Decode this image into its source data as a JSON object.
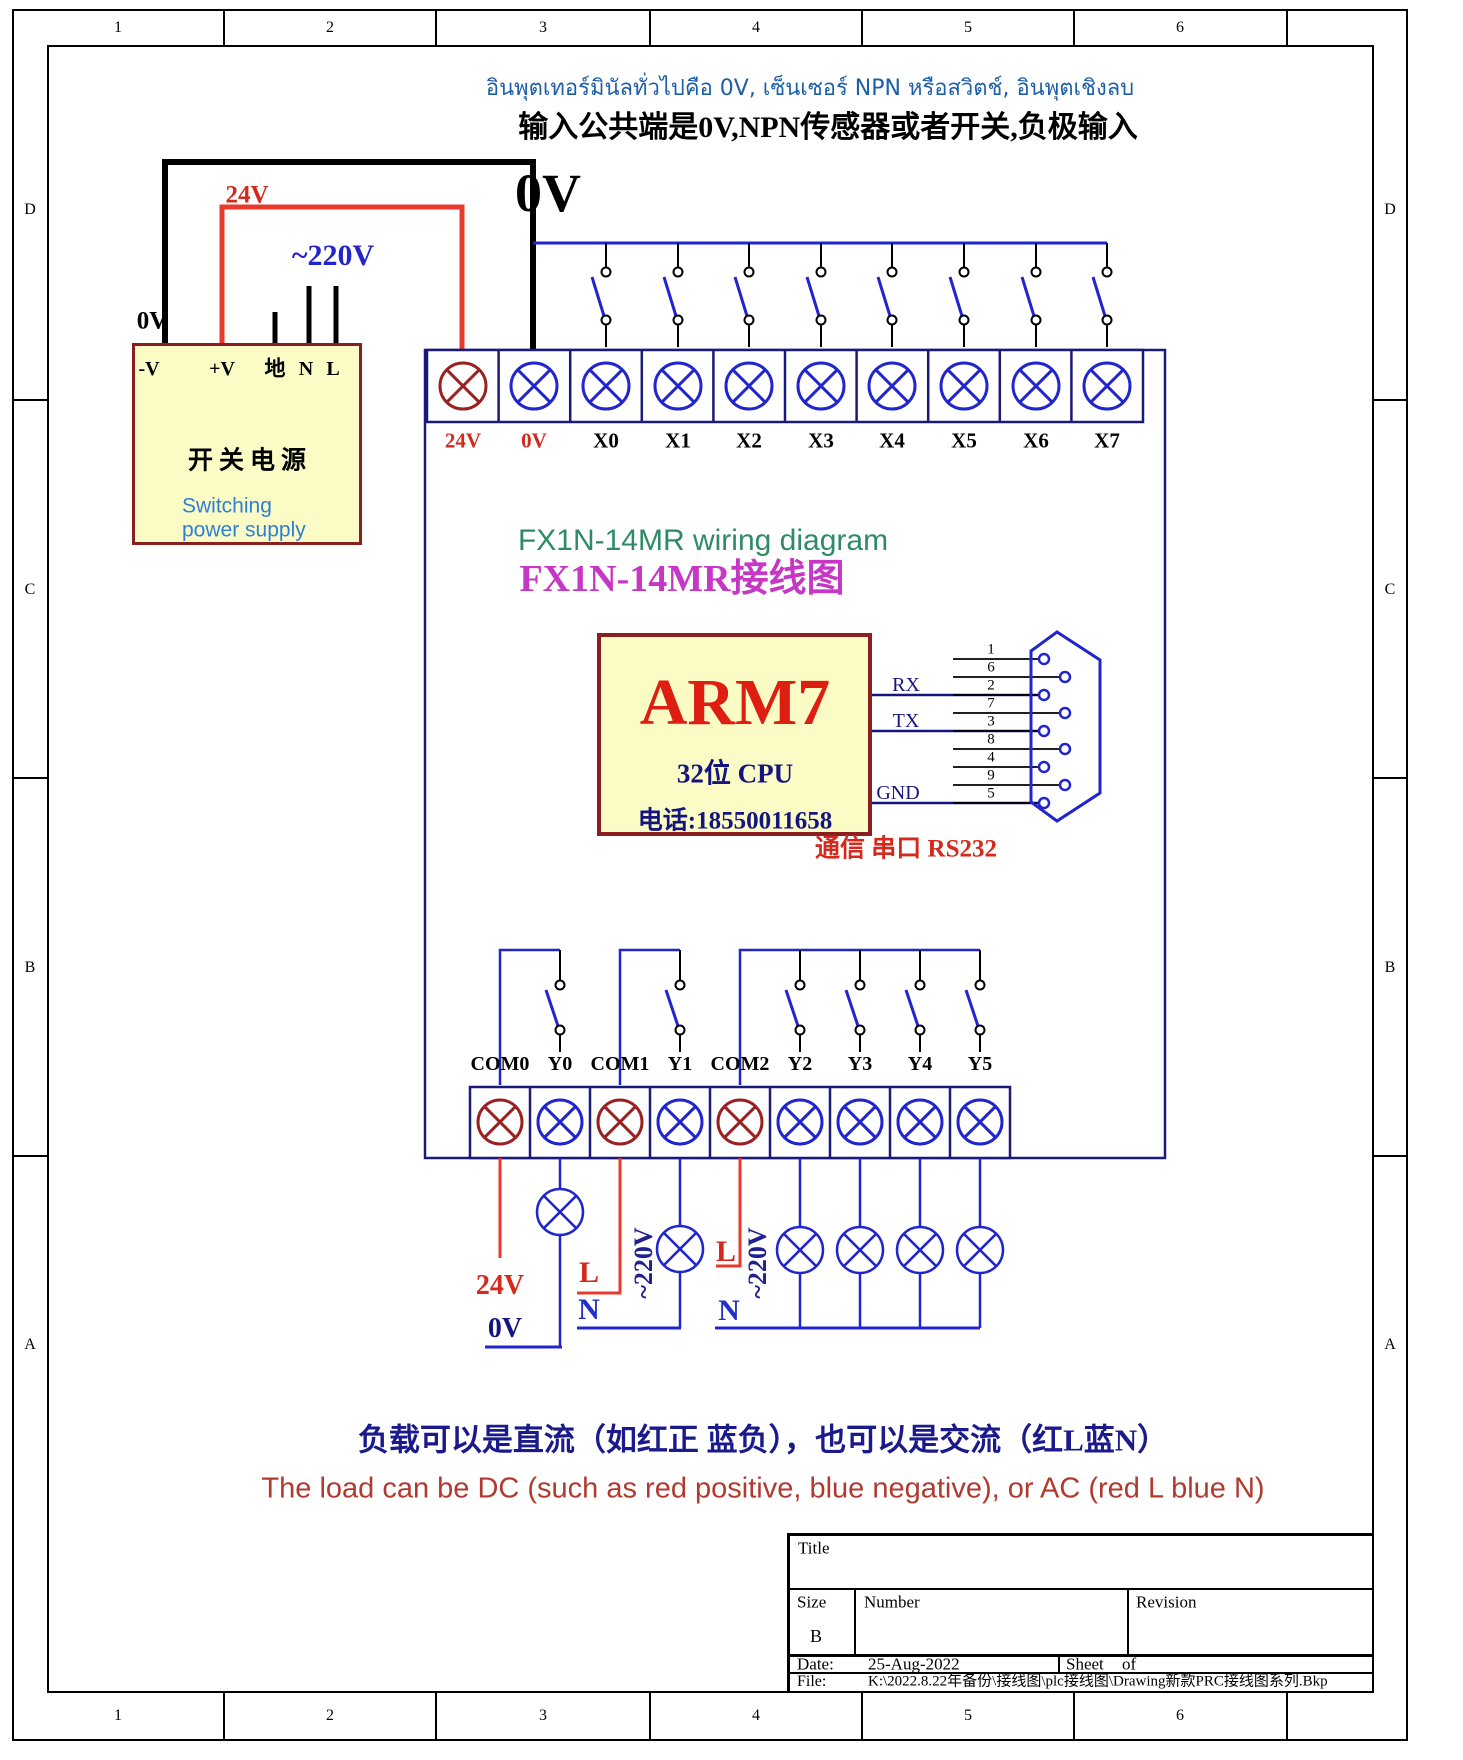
{
  "zones": {
    "cols": [
      "1",
      "2",
      "3",
      "4",
      "5",
      "6"
    ],
    "rows": [
      "D",
      "C",
      "B",
      "A"
    ]
  },
  "notes": {
    "thai": "อินพุตเทอร์มินัลทั่วไปคือ 0V, เซ็นเซอร์ NPN หรือสวิตช์, อินพุตเชิงลบ",
    "chinese_top": "输入公共端是0V,NPN传感器或者开关,负极输入",
    "big_zero": "0V"
  },
  "power_supply": {
    "pins": [
      "-V",
      "+V",
      "地",
      "N",
      "L"
    ],
    "name_cn": "开关电源",
    "name_en_1": "Switching",
    "name_en_2": "power supply",
    "label_0v": "0V",
    "label_24v": "24V",
    "label_220v": "~220V"
  },
  "plc": {
    "title_en": "FX1N-14MR wiring diagram",
    "title_cn": "FX1N-14MR接线图",
    "input_labels": [
      "24V",
      "0V",
      "X0",
      "X1",
      "X2",
      "X3",
      "X4",
      "X5",
      "X6",
      "X7"
    ],
    "output_labels": [
      "COM0",
      "Y0",
      "COM1",
      "Y1",
      "COM2",
      "Y2",
      "Y3",
      "Y4",
      "Y5"
    ]
  },
  "cpu": {
    "name": "ARM7",
    "sub": "32位 CPU",
    "phone": "电话:18550011658"
  },
  "serial": {
    "rx": "RX",
    "tx": "TX",
    "gnd": "GND",
    "pins": [
      "1",
      "6",
      "2",
      "7",
      "3",
      "8",
      "4",
      "9",
      "5"
    ],
    "caption": "通信 串口 RS232"
  },
  "below": {
    "v24": "24V",
    "v0": "0V",
    "l": "L",
    "n": "N",
    "ac": "~220V"
  },
  "footer": {
    "cn": "负载可以是直流（如红正 蓝负），也可以是交流（红L蓝N）",
    "en": "The load can be DC (such as red positive, blue negative), or AC (red L blue N)"
  },
  "titleblock": {
    "title_label": "Title",
    "size_label": "Size",
    "size": "B",
    "number_label": "Number",
    "revision_label": "Revision",
    "date_label": "Date:",
    "date": "25-Aug-2022",
    "sheet_label": "Sheet",
    "of_label": "of",
    "file_label": "File:",
    "file": "K:\\2022.8.22年备份\\接线图\\plc接线图\\Drawing新款PRC接线图系列.Bkp"
  },
  "colors": {
    "wire_red": "#E8392E",
    "wire_blue": "#2025CE",
    "navy_border": "#1A1A7A",
    "terminal_dark_red": "#9B2020",
    "text_navy": "#15157F",
    "box_yellow": "#FBFBC6",
    "box_border_red": "#8B1F1F",
    "title_green": "#2E8B66",
    "title_magenta": "#C637C6",
    "thai_blue": "#1D5FA8",
    "label_red": "#D42A1E",
    "footer_cn": "#1A1A8C",
    "footer_en": "#B03A30",
    "switch_en_blue": "#2F7FD6",
    "ac_blue": "#2424CC",
    "arm_red": "#DD1E10"
  }
}
